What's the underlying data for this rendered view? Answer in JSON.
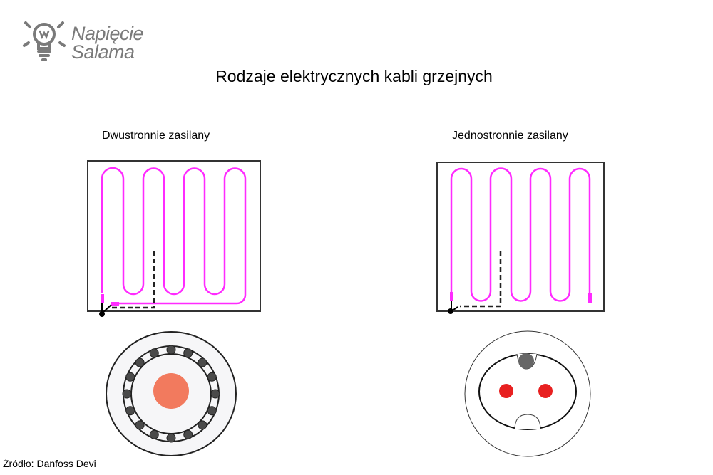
{
  "logo": {
    "line1": "Napięcie",
    "line2": "Salama"
  },
  "title": "Rodzaje elektrycznych kabli grzejnych",
  "left_panel": {
    "label": "Dwustronnie zasilany"
  },
  "right_panel": {
    "label": "Jednostronnie zasilany"
  },
  "source": "Źródło: Danfoss Devi",
  "colors": {
    "cable": "#ff2bff",
    "core": "#f27a5e",
    "conductor": "#e82020",
    "shield": "#4a4a4a"
  }
}
